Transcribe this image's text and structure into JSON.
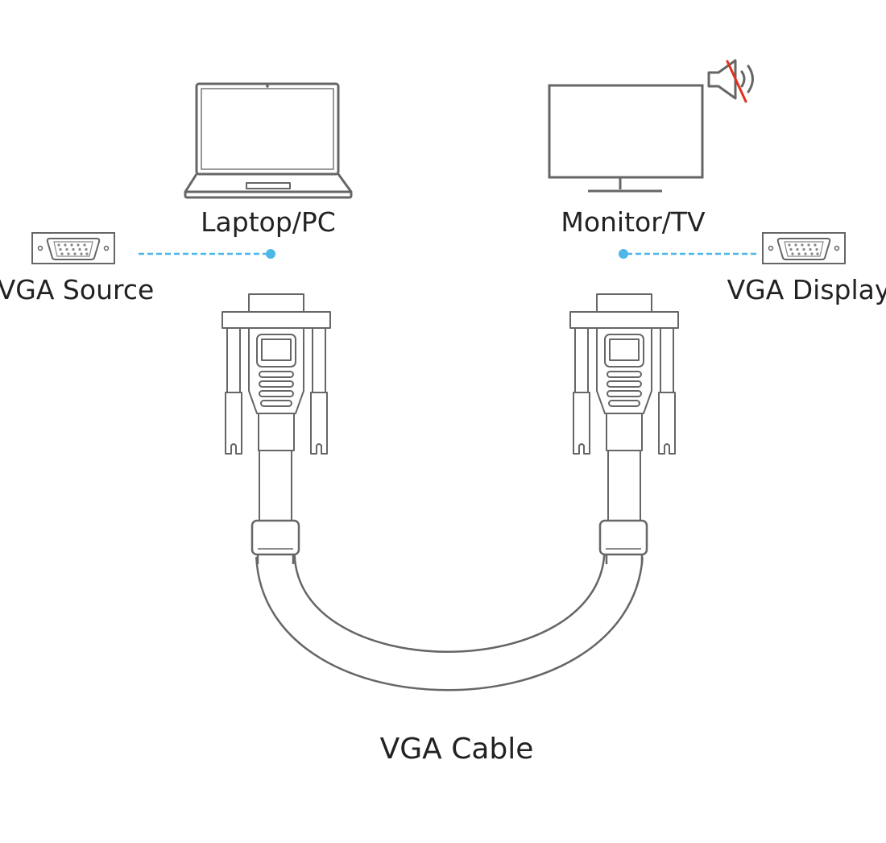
{
  "labels": {
    "laptop": "Laptop/PC",
    "monitor": "Monitor/TV",
    "vga_source": "VGA Source",
    "vga_display": "VGA Display",
    "cable": "VGA Cable"
  },
  "icons": {
    "laptop": "laptop-icon",
    "monitor": "monitor-icon",
    "speaker_muted": "speaker-muted-icon",
    "vga_port": "vga-port-icon",
    "vga_plug": "vga-connector-icon"
  },
  "colors": {
    "outline": "#666666",
    "link_line": "#4DB8E8",
    "mute_slash": "#E0301E",
    "text": "#222222"
  }
}
